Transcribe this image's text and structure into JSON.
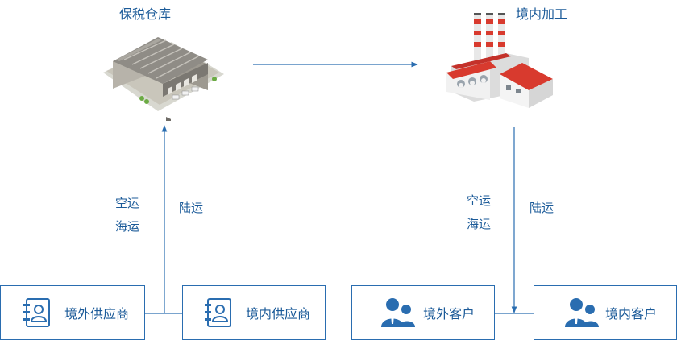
{
  "nodes": {
    "bonded_warehouse": {
      "label": "保税仓库",
      "icon": "warehouse-icon"
    },
    "domestic_processing": {
      "label": "境内加工",
      "icon": "factory-icon"
    }
  },
  "boxes": {
    "overseas_supplier": {
      "label": "境外供应商",
      "icon": "contact-card-icon"
    },
    "domestic_supplier": {
      "label": "境内供应商",
      "icon": "contact-card-icon"
    },
    "overseas_customer": {
      "label": "境外客户",
      "icon": "people-icon"
    },
    "domestic_customer": {
      "label": "境内客户",
      "icon": "people-icon"
    }
  },
  "edges": {
    "left_overseas": [
      "空运",
      "海运"
    ],
    "left_domestic": "陆运",
    "right_overseas": [
      "空运",
      "海运"
    ],
    "right_domestic": "陆运"
  },
  "colors": {
    "line": "#2a6db0",
    "text": "#1c5b99",
    "icon": "#2a6db0"
  }
}
